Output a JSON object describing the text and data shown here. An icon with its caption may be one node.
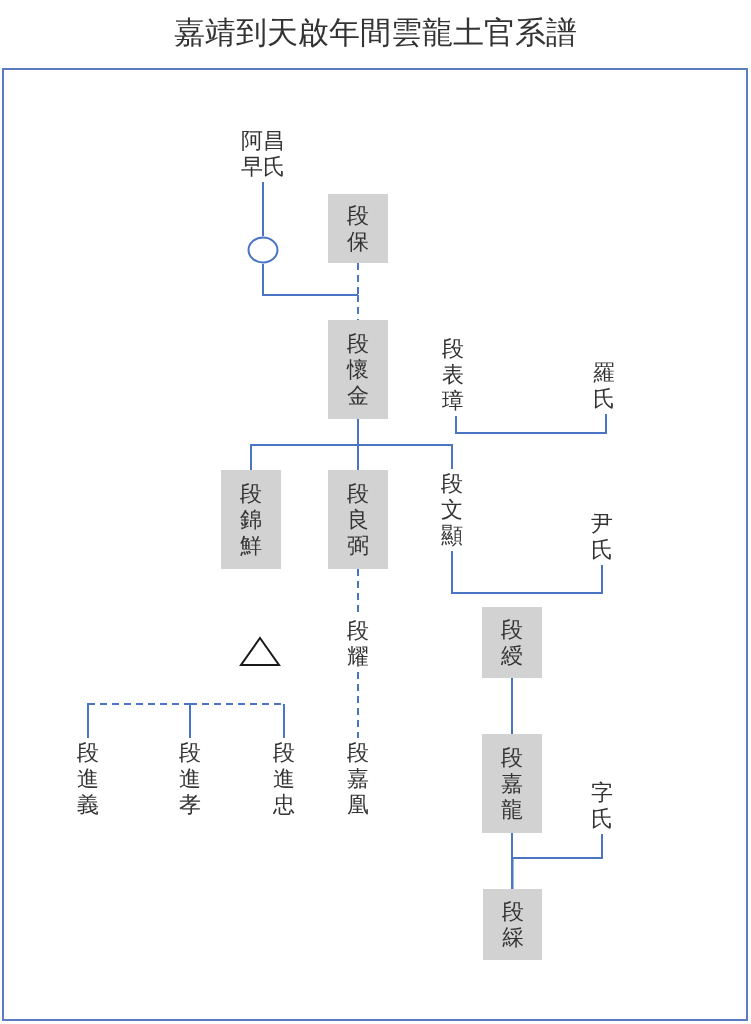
{
  "diagram": {
    "title": "嘉靖到天啟年間雲龍土官系譜",
    "nodes": [
      {
        "text": [
          "阿昌早氏"
        ]
      },
      {
        "text": [],
        "shape": "circle"
      },
      {
        "text": [
          "段保"
        ]
      },
      {
        "text": [
          "段懷金"
        ]
      },
      {
        "text": [
          "段表璋"
        ]
      },
      {
        "text": [
          "羅氏"
        ]
      },
      {
        "text": [
          "段錦鮮"
        ]
      },
      {
        "text": [
          "段良弼"
        ]
      },
      {
        "text": [
          "段文顯"
        ]
      },
      {
        "text": [
          "尹氏"
        ]
      },
      {
        "text": [
          "段綬"
        ]
      },
      {
        "text": [
          "段耀"
        ]
      },
      {
        "text": [],
        "shape": "triangle"
      },
      {
        "text": [
          "段嘉龍"
        ]
      },
      {
        "text": [
          "段進義"
        ]
      },
      {
        "text": [
          "段進孝"
        ]
      },
      {
        "text": [
          "段進忠"
        ]
      },
      {
        "text": [
          "段嘉凰"
        ]
      },
      {
        "text": [
          "字氏"
        ]
      },
      {
        "text": [
          "段綵"
        ]
      }
    ],
    "edges": [
      {
        "from": 0,
        "to": 1,
        "arrow": "none"
      },
      {
        "from": 2,
        "to": 3,
        "arrow": "none",
        "style": "dashed"
      },
      {
        "from": 1,
        "to": 3,
        "arrow": "none"
      },
      {
        "from": 3,
        "to": 6,
        "arrow": "none"
      },
      {
        "from": 3,
        "to": 7,
        "arrow": "none"
      },
      {
        "from": 3,
        "to": 8,
        "arrow": "none"
      },
      {
        "from": 4,
        "to": 5,
        "arrow": "none"
      },
      {
        "from": 8,
        "to": 9,
        "arrow": "none"
      },
      {
        "from": 7,
        "to": 11,
        "arrow": "none",
        "style": "dashed"
      },
      {
        "from": 11,
        "to": 17,
        "arrow": "none",
        "style": "dashed"
      },
      {
        "from": 14,
        "to": 15,
        "arrow": "none",
        "style": "dashed"
      },
      {
        "from": 15,
        "to": 16,
        "arrow": "none",
        "style": "dashed"
      },
      {
        "from": 10,
        "to": 13,
        "arrow": "none"
      },
      {
        "from": 13,
        "to": 19,
        "arrow": "none"
      },
      {
        "from": 18,
        "to": 19,
        "arrow": "none"
      }
    ]
  }
}
